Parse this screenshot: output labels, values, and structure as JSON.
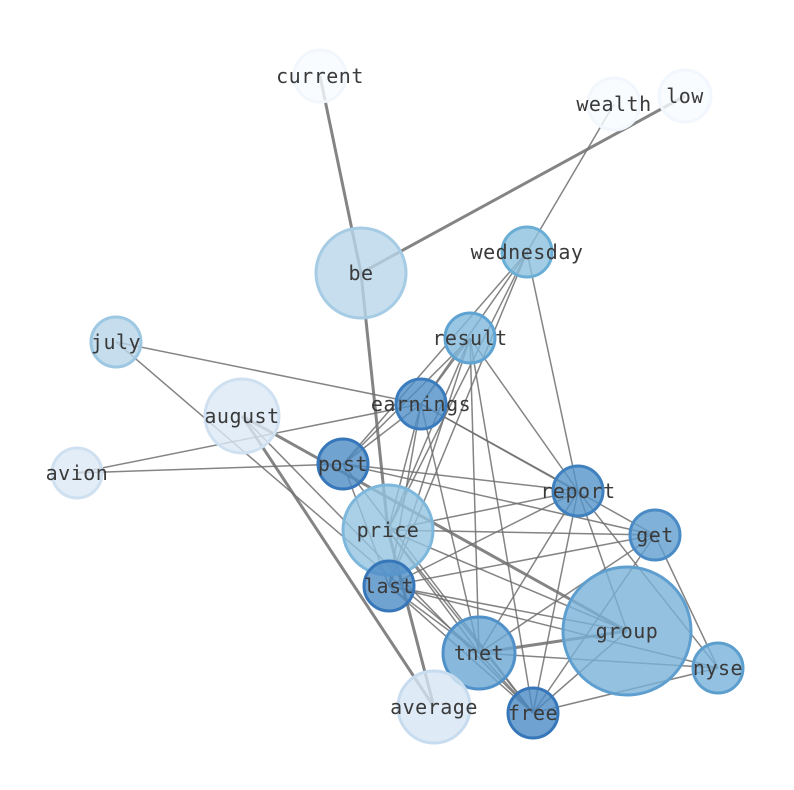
{
  "nodes": [
    {
      "id": "current",
      "label": "current",
      "color": "#f7fbff",
      "stroke": "#f2f7fd"
    },
    {
      "id": "wealth",
      "label": "wealth",
      "color": "#f7fbff",
      "stroke": "#f2f7fd"
    },
    {
      "id": "low",
      "label": "low",
      "color": "#f7fbff",
      "stroke": "#f2f7fd"
    },
    {
      "id": "be",
      "label": "be",
      "color": "#b9d6ea",
      "stroke": "#a6cbe4"
    },
    {
      "id": "wednesday",
      "label": "wednesday",
      "color": "#8cbfde",
      "stroke": "#6aaed6"
    },
    {
      "id": "july",
      "label": "july",
      "color": "#b6d4e9",
      "stroke": "#9ec8e2"
    },
    {
      "id": "result",
      "label": "result",
      "color": "#7fb8db",
      "stroke": "#5ea3d1"
    },
    {
      "id": "august",
      "label": "august",
      "color": "#dbe8f5",
      "stroke": "#cfe0f1"
    },
    {
      "id": "earnings",
      "label": "earnings",
      "color": "#4f8ec7",
      "stroke": "#3a7cbd"
    },
    {
      "id": "avion",
      "label": "avion",
      "color": "#dbe8f5",
      "stroke": "#cfe0f1"
    },
    {
      "id": "post",
      "label": "post",
      "color": "#4d8cc6",
      "stroke": "#3676b9"
    },
    {
      "id": "report",
      "label": "report",
      "color": "#5594ca",
      "stroke": "#3f80bf"
    },
    {
      "id": "price",
      "label": "price",
      "color": "#93c4e1",
      "stroke": "#7db7dc"
    },
    {
      "id": "get",
      "label": "get",
      "color": "#609dcf",
      "stroke": "#4a8bc5"
    },
    {
      "id": "last",
      "label": "last",
      "color": "#4d8cc6",
      "stroke": "#3676b9"
    },
    {
      "id": "group",
      "label": "group",
      "color": "#7bb2d9",
      "stroke": "#5e9fcf"
    },
    {
      "id": "tnet",
      "label": "tnet",
      "color": "#6aa6d3",
      "stroke": "#4f91c8"
    },
    {
      "id": "nyse",
      "label": "nyse",
      "color": "#77b1d9",
      "stroke": "#5c9fcf"
    },
    {
      "id": "average",
      "label": "average",
      "color": "#d6e6f4",
      "stroke": "#c8dcef"
    },
    {
      "id": "free",
      "label": "free",
      "color": "#4b8bc5",
      "stroke": "#3676b9"
    }
  ],
  "edges": [
    {
      "source": "current",
      "target": "be",
      "weight": 3
    },
    {
      "source": "be",
      "target": "low",
      "weight": 3
    },
    {
      "source": "be",
      "target": "price",
      "weight": 3
    },
    {
      "source": "wealth",
      "target": "wednesday",
      "weight": 1.5
    },
    {
      "source": "wednesday",
      "target": "earnings",
      "weight": 1.5
    },
    {
      "source": "wednesday",
      "target": "post",
      "weight": 1.5
    },
    {
      "source": "wednesday",
      "target": "price",
      "weight": 1.5
    },
    {
      "source": "wednesday",
      "target": "last",
      "weight": 1.5
    },
    {
      "source": "wednesday",
      "target": "report",
      "weight": 1.5
    },
    {
      "source": "result",
      "target": "earnings",
      "weight": 1.5
    },
    {
      "source": "result",
      "target": "post",
      "weight": 1.5
    },
    {
      "source": "result",
      "target": "price",
      "weight": 1.5
    },
    {
      "source": "result",
      "target": "last",
      "weight": 1.5
    },
    {
      "source": "result",
      "target": "report",
      "weight": 1.5
    },
    {
      "source": "result",
      "target": "free",
      "weight": 1.5
    },
    {
      "source": "result",
      "target": "tnet",
      "weight": 1.5
    },
    {
      "source": "july",
      "target": "earnings",
      "weight": 1.5
    },
    {
      "source": "july",
      "target": "tnet",
      "weight": 1.5
    },
    {
      "source": "avion",
      "target": "earnings",
      "weight": 1.5
    },
    {
      "source": "avion",
      "target": "post",
      "weight": 1.5
    },
    {
      "source": "august",
      "target": "average",
      "weight": 3
    },
    {
      "source": "august",
      "target": "group",
      "weight": 3
    },
    {
      "source": "august",
      "target": "free",
      "weight": 1.5
    },
    {
      "source": "earnings",
      "target": "report",
      "weight": 1.5
    },
    {
      "source": "earnings",
      "target": "last",
      "weight": 1.5
    },
    {
      "source": "earnings",
      "target": "post",
      "weight": 1.5
    },
    {
      "source": "earnings",
      "target": "price",
      "weight": 1.5
    },
    {
      "source": "earnings",
      "target": "get",
      "weight": 1.5
    },
    {
      "source": "earnings",
      "target": "tnet",
      "weight": 1.5
    },
    {
      "source": "post",
      "target": "report",
      "weight": 1.5
    },
    {
      "source": "post",
      "target": "get",
      "weight": 1.5
    },
    {
      "source": "post",
      "target": "free",
      "weight": 1.5
    },
    {
      "source": "post",
      "target": "last",
      "weight": 1.5
    },
    {
      "source": "report",
      "target": "tnet",
      "weight": 1.5
    },
    {
      "source": "report",
      "target": "free",
      "weight": 1.5
    },
    {
      "source": "report",
      "target": "nyse",
      "weight": 1.5
    },
    {
      "source": "report",
      "target": "group",
      "weight": 1.5
    },
    {
      "source": "report",
      "target": "price",
      "weight": 1.5
    },
    {
      "source": "report",
      "target": "last",
      "weight": 1.5
    },
    {
      "source": "price",
      "target": "get",
      "weight": 1.5
    },
    {
      "source": "price",
      "target": "average",
      "weight": 3
    },
    {
      "source": "price",
      "target": "group",
      "weight": 1.5
    },
    {
      "source": "price",
      "target": "tnet",
      "weight": 1.5
    },
    {
      "source": "price",
      "target": "free",
      "weight": 1.5
    },
    {
      "source": "get",
      "target": "last",
      "weight": 1.5
    },
    {
      "source": "get",
      "target": "tnet",
      "weight": 1.5
    },
    {
      "source": "get",
      "target": "free",
      "weight": 1.5
    },
    {
      "source": "get",
      "target": "nyse",
      "weight": 1.5
    },
    {
      "source": "last",
      "target": "tnet",
      "weight": 1.5
    },
    {
      "source": "last",
      "target": "free",
      "weight": 1.5
    },
    {
      "source": "last",
      "target": "group",
      "weight": 1.5
    },
    {
      "source": "last",
      "target": "nyse",
      "weight": 1.5
    },
    {
      "source": "group",
      "target": "tnet",
      "weight": 3
    },
    {
      "source": "group",
      "target": "free",
      "weight": 1.5
    },
    {
      "source": "tnet",
      "target": "nyse",
      "weight": 1.5
    },
    {
      "source": "tnet",
      "target": "free",
      "weight": 1.5
    },
    {
      "source": "free",
      "target": "nyse",
      "weight": 1.5
    }
  ]
}
